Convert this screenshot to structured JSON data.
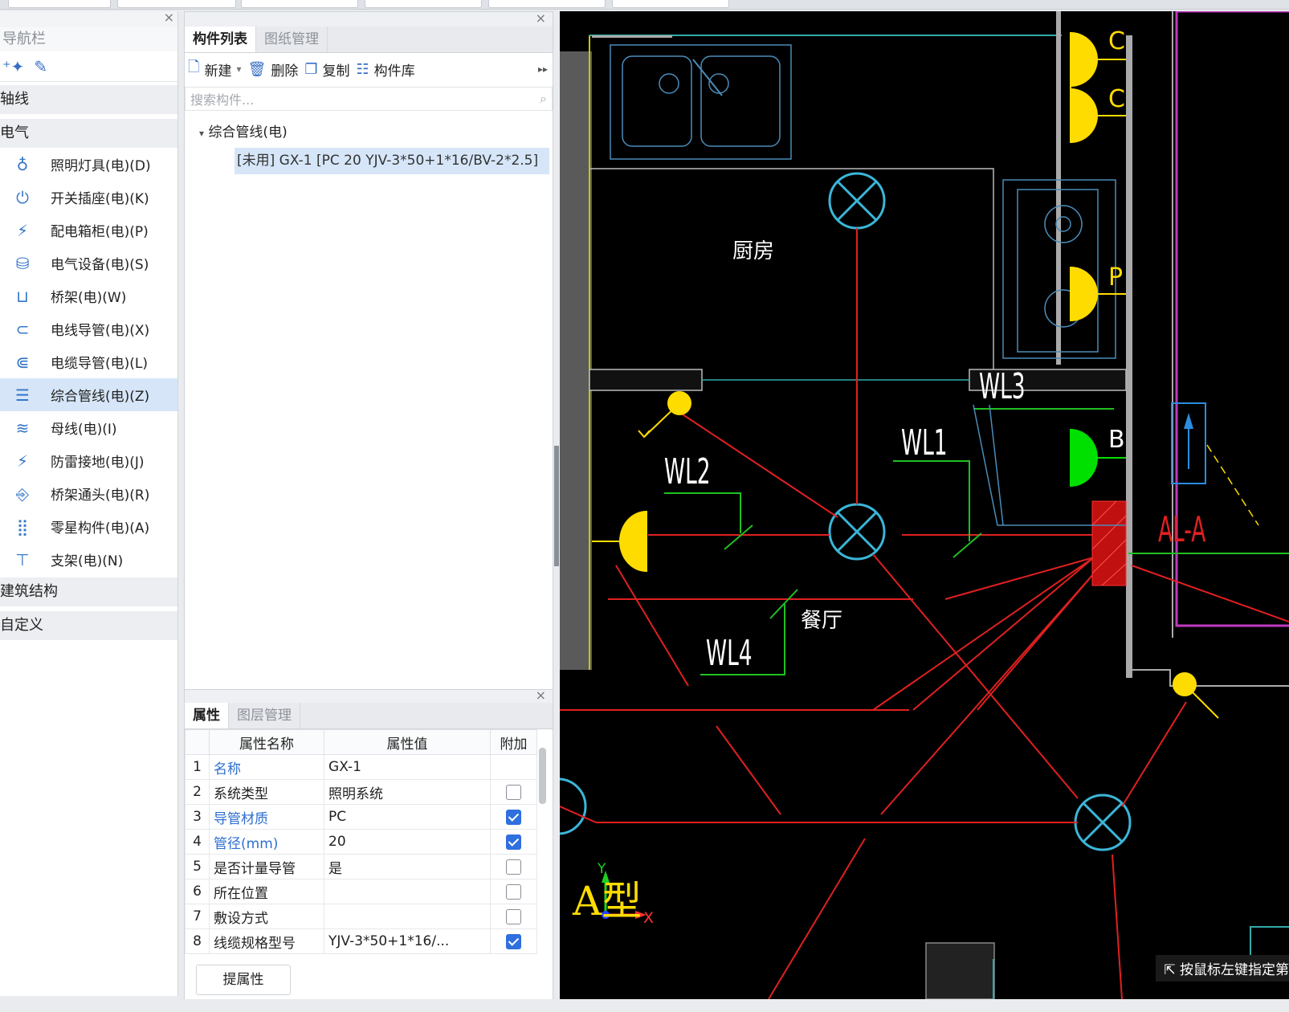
{
  "nav": {
    "title": "导航栏",
    "categories": {
      "axis": "轴线",
      "electric": "电气",
      "structure": "建筑结构",
      "custom": "自定义"
    },
    "items": [
      {
        "icon": "bulb-icon",
        "label": "照明灯具(电)(D)"
      },
      {
        "icon": "switch-socket-icon",
        "label": "开关插座(电)(K)"
      },
      {
        "icon": "distribution-box-icon",
        "label": "配电箱柜(电)(P)"
      },
      {
        "icon": "equipment-icon",
        "label": "电气设备(电)(S)"
      },
      {
        "icon": "tray-icon",
        "label": "桥架(电)(W)"
      },
      {
        "icon": "wire-conduit-icon",
        "label": "电线导管(电)(X)"
      },
      {
        "icon": "cable-conduit-icon",
        "label": "电缆导管(电)(L)"
      },
      {
        "icon": "combined-pipeline-icon",
        "label": "综合管线(电)(Z)"
      },
      {
        "icon": "busbar-icon",
        "label": "母线(电)(I)"
      },
      {
        "icon": "lightning-ground-icon",
        "label": "防雷接地(电)(J)"
      },
      {
        "icon": "tray-fitting-icon",
        "label": "桥架通头(电)(R)"
      },
      {
        "icon": "grid-parts-icon",
        "label": "零星构件(电)(A)"
      },
      {
        "icon": "bracket-icon",
        "label": "支架(电)(N)"
      }
    ]
  },
  "component_panel": {
    "tabs": [
      "构件列表",
      "图纸管理"
    ],
    "toolbar": {
      "new": "新建",
      "delete": "删除",
      "copy": "复制",
      "library": "构件库"
    },
    "search_placeholder": "搜索构件...",
    "tree_root": "综合管线(电)",
    "tree_leaf": "[未用] GX-1 [PC 20 YJV-3*50+1*16/BV-2*2.5]"
  },
  "property_panel": {
    "tabs": [
      "属性",
      "图层管理"
    ],
    "columns": [
      "属性名称",
      "属性值",
      "附加"
    ],
    "rows": [
      {
        "n": "1",
        "name": "名称",
        "value": "GX-1",
        "blue": true,
        "check": null
      },
      {
        "n": "2",
        "name": "系统类型",
        "value": "照明系统",
        "blue": false,
        "check": false
      },
      {
        "n": "3",
        "name": "导管材质",
        "value": "PC",
        "blue": true,
        "check": true
      },
      {
        "n": "4",
        "name": "管径(mm)",
        "value": "20",
        "blue": true,
        "check": true
      },
      {
        "n": "5",
        "name": "是否计量导管",
        "value": "是",
        "blue": false,
        "check": false
      },
      {
        "n": "6",
        "name": "所在位置",
        "value": "",
        "blue": false,
        "check": false
      },
      {
        "n": "7",
        "name": "敷设方式",
        "value": "",
        "blue": false,
        "check": false
      },
      {
        "n": "8",
        "name": "线缆规格型号",
        "value": "YJV-3*50+1*16/...",
        "blue": false,
        "check": true
      }
    ],
    "button": "提属性"
  },
  "canvas": {
    "labels": {
      "kitchen": "厨房",
      "dining": "餐厅",
      "wl1": "WL1",
      "wl2": "WL2",
      "wl3": "WL3",
      "wl4": "WL4",
      "ala": "AL-A",
      "c1": "C",
      "c2": "C",
      "p": "P",
      "b": "B",
      "axis_label": "A型",
      "axis_y": "Y",
      "axis_x": "X"
    },
    "status_text": "按鼠标左键指定第"
  }
}
